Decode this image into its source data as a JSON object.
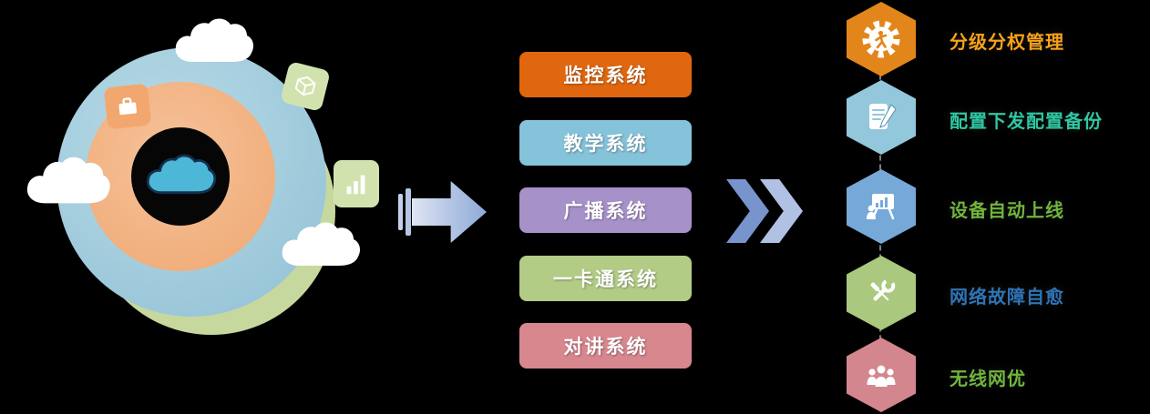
{
  "illustration": {
    "name": "cloud-platform",
    "sphere_color": "#9cc8da",
    "ring_color": "#f0ad79",
    "accent_green": "#c7d89e",
    "center_icon": "cloud-icon",
    "badge_icons": [
      "briefcase-icon",
      "cube-icon",
      "bar-chart-icon"
    ]
  },
  "systems": [
    {
      "label": "监控系统",
      "color": "#e0670f"
    },
    {
      "label": "教学系统",
      "color": "#85c3da"
    },
    {
      "label": "广播系统",
      "color": "#a791c9"
    },
    {
      "label": "一卡通系统",
      "color": "#b2cc85"
    },
    {
      "label": "对讲系统",
      "color": "#d8878e"
    }
  ],
  "features": [
    {
      "label": "分级分权管理",
      "hex_color": "#e2861c",
      "label_color": "#f7a21b",
      "icon": "gear-person-icon"
    },
    {
      "label": "配置下发配置备份",
      "hex_color": "#93c7db",
      "label_color": "#2fc7a1",
      "icon": "document-pencil-icon"
    },
    {
      "label": "设备自动上线",
      "hex_color": "#76a9d8",
      "label_color": "#71b43d",
      "icon": "presentation-board-icon"
    },
    {
      "label": "网络故障自愈",
      "hex_color": "#aac87e",
      "label_color": "#2e74b6",
      "icon": "tools-icon"
    },
    {
      "label": "无线网优",
      "hex_color": "#d4868f",
      "label_color": "#71b43d",
      "icon": "people-icon"
    }
  ],
  "arrow_colors": {
    "main": "#8ea9d8",
    "chevron_dark": "#7794cd",
    "chevron_light": "#b0c1e3"
  }
}
